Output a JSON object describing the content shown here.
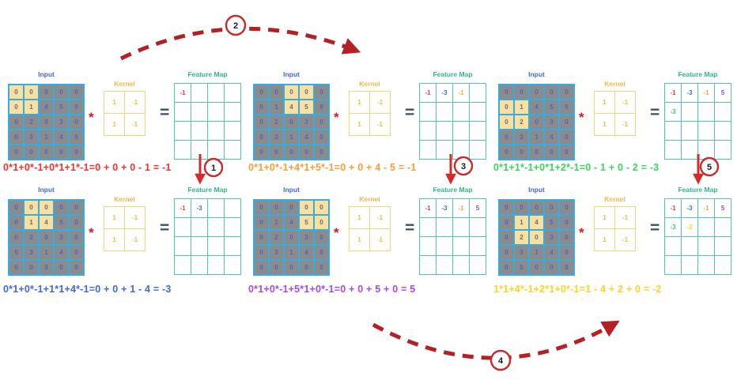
{
  "labels": {
    "input": "Input",
    "kernel": "Kernel",
    "feature_map": "Feature Map",
    "star": "*",
    "equals": "="
  },
  "input_matrix": [
    [
      0,
      0,
      0,
      0,
      0
    ],
    [
      0,
      1,
      4,
      5,
      0
    ],
    [
      0,
      2,
      0,
      3,
      0
    ],
    [
      0,
      3,
      1,
      4,
      0
    ],
    [
      0,
      0,
      0,
      0,
      0
    ]
  ],
  "kernel_matrix": [
    [
      1,
      -1
    ],
    [
      1,
      -1
    ]
  ],
  "value_colors": {
    "step1_red": "#FB3B3B",
    "step2_blue": "#4472E0",
    "step3_orange": "#FFA042",
    "step4_purple": "#8950E0",
    "step5_green": "#3BD65C",
    "step6_yellow": "#FFD21E"
  },
  "panels": [
    {
      "id": "step-1",
      "row": 0,
      "col": 0,
      "window": {
        "row": 0,
        "col": 0
      },
      "feature_values": [
        {
          "row": 0,
          "col": 0,
          "text": "-1",
          "color": "#FB3B3B"
        }
      ],
      "equation": {
        "text": "0*1+0*-1+0*1+1*-1=0 + 0 + 0 - 1 = -1",
        "color": "#FF2D2D"
      }
    },
    {
      "id": "step-3",
      "row": 0,
      "col": 1,
      "window": {
        "row": 0,
        "col": 2
      },
      "feature_values": [
        {
          "row": 0,
          "col": 0,
          "text": "-1",
          "color": "#FB3B3B"
        },
        {
          "row": 0,
          "col": 1,
          "text": "-3",
          "color": "#4472E0"
        },
        {
          "row": 0,
          "col": 2,
          "text": "-1",
          "color": "#FFA042"
        }
      ],
      "equation": {
        "text": "0*1+0*-1+4*1+5*-1=0 + 0 + 4 - 5 = -1",
        "color": "#FF9C38"
      }
    },
    {
      "id": "step-5",
      "row": 0,
      "col": 2,
      "window": {
        "row": 1,
        "col": 0
      },
      "feature_values": [
        {
          "row": 0,
          "col": 0,
          "text": "-1",
          "color": "#FB3B3B"
        },
        {
          "row": 0,
          "col": 1,
          "text": "-3",
          "color": "#4472E0"
        },
        {
          "row": 0,
          "col": 2,
          "text": "-1",
          "color": "#FFA042"
        },
        {
          "row": 0,
          "col": 3,
          "text": "5",
          "color": "#8950E0"
        },
        {
          "row": 1,
          "col": 0,
          "text": "-3",
          "color": "#3BD65C"
        }
      ],
      "equation": {
        "text": "0*1+1*-1+0*1+2*-1=0 - 1 + 0 - 2 = -3",
        "color": "#3BD65C"
      }
    },
    {
      "id": "step-2",
      "row": 1,
      "col": 0,
      "window": {
        "row": 0,
        "col": 1
      },
      "feature_values": [
        {
          "row": 0,
          "col": 0,
          "text": "-1",
          "color": "#FB3B3B"
        },
        {
          "row": 0,
          "col": 1,
          "text": "-3",
          "color": "#4472E0"
        }
      ],
      "equation": {
        "text": "0*1+0*-1+1*1+4*-1=0 + 0 + 1 - 4 = -3",
        "color": "#3E68E8"
      }
    },
    {
      "id": "step-4",
      "row": 1,
      "col": 1,
      "window": {
        "row": 0,
        "col": 3
      },
      "feature_values": [
        {
          "row": 0,
          "col": 0,
          "text": "-1",
          "color": "#FB3B3B"
        },
        {
          "row": 0,
          "col": 1,
          "text": "-3",
          "color": "#4472E0"
        },
        {
          "row": 0,
          "col": 2,
          "text": "-1",
          "color": "#FFA042"
        },
        {
          "row": 0,
          "col": 3,
          "text": "5",
          "color": "#8950E0"
        }
      ],
      "equation": {
        "text": "0*1+0*-1+5*1+0*-1=0 + 0 + 5 + 0 = 5",
        "color": "#A348FF"
      }
    },
    {
      "id": "step-6",
      "row": 1,
      "col": 2,
      "window": {
        "row": 1,
        "col": 1
      },
      "feature_values": [
        {
          "row": 0,
          "col": 0,
          "text": "-1",
          "color": "#FB3B3B"
        },
        {
          "row": 0,
          "col": 1,
          "text": "-3",
          "color": "#4472E0"
        },
        {
          "row": 0,
          "col": 2,
          "text": "-1",
          "color": "#FFA042"
        },
        {
          "row": 0,
          "col": 3,
          "text": "5",
          "color": "#8950E0"
        },
        {
          "row": 1,
          "col": 0,
          "text": "-3",
          "color": "#3BD65C"
        },
        {
          "row": 1,
          "col": 1,
          "text": "-2",
          "color": "#FFD21E"
        }
      ],
      "equation": {
        "text": "1*1+4*-1+2*1+0*-1=1 - 4 + 2 + 0 = -2",
        "color": "#FFD21E"
      }
    }
  ],
  "flow": {
    "markers": [
      "1",
      "2",
      "3",
      "4",
      "5"
    ]
  }
}
